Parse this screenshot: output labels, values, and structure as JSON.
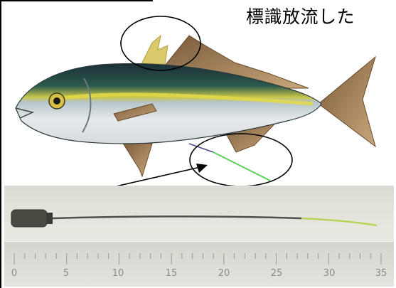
{
  "caption": "標識放流した",
  "ruler": {
    "labels": [
      "0",
      "5",
      "10",
      "15",
      "20",
      "25",
      "30",
      "35"
    ]
  },
  "colors": {
    "tag_tube": "#55d655",
    "fish_back": "#1e3c3a",
    "fish_stripe": "#d8d23a",
    "fish_belly": "#e9ecef"
  }
}
